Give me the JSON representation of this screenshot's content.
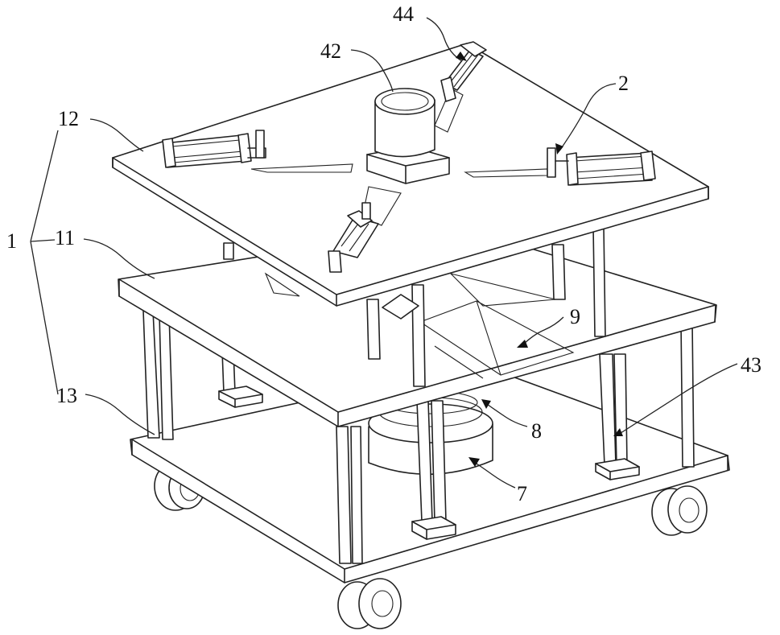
{
  "figure": {
    "callouts": {
      "assembly": "1",
      "top_plate": "12",
      "middle_plate": "11",
      "bottom_plate": "13",
      "motor": "42",
      "clamp_cylinder": "44",
      "positioning_rod": "2",
      "support_column": "43",
      "turntable": "9",
      "bearing_ring": "8",
      "rotary_base": "7"
    }
  }
}
